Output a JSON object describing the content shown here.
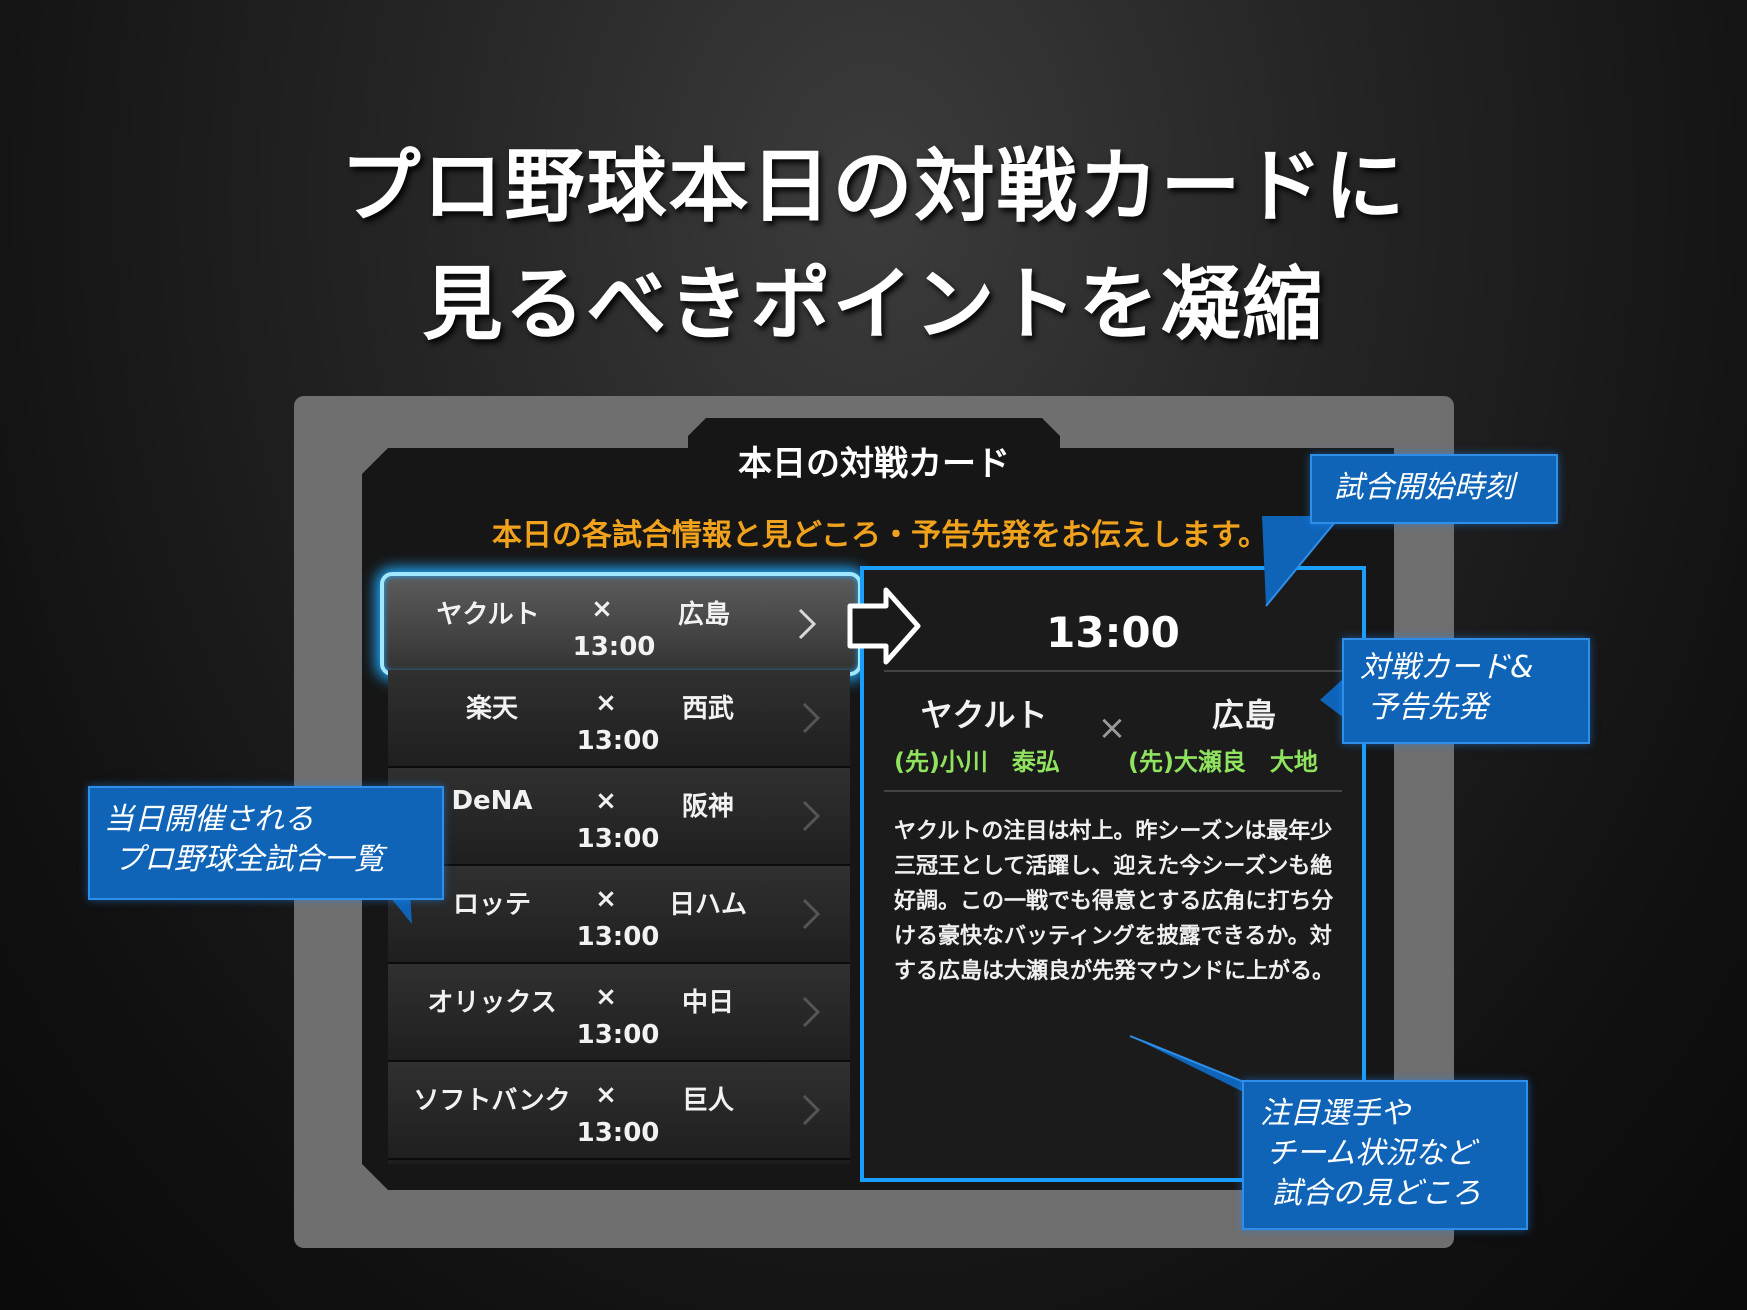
{
  "headline": {
    "line1": "プロ野球本日の対戦カードに",
    "line2": "見るべきポイントを凝縮"
  },
  "panel": {
    "title": "本日の対戦カード",
    "subtitle": "本日の各試合情報と見どころ・予告先発をお伝えします。"
  },
  "games": [
    {
      "home": "ヤクルト",
      "vs": "×",
      "away": "広島",
      "time": "13:00"
    },
    {
      "home": "楽天",
      "vs": "×",
      "away": "西武",
      "time": "13:00"
    },
    {
      "home": "DeNA",
      "vs": "×",
      "away": "阪神",
      "time": "13:00"
    },
    {
      "home": "ロッテ",
      "vs": "×",
      "away": "日ハム",
      "time": "13:00"
    },
    {
      "home": "オリックス",
      "vs": "×",
      "away": "中日",
      "time": "13:00"
    },
    {
      "home": "ソフトバンク",
      "vs": "×",
      "away": "巨人",
      "time": "13:00"
    }
  ],
  "detail": {
    "time": "13:00",
    "home_team": "ヤクルト",
    "away_team": "広島",
    "vs": "×",
    "home_pitcher": "(先)小川　泰弘",
    "away_pitcher": "(先)大瀬良　大地",
    "description": "ヤクルトの注目は村上。昨シーズンは最年少三冠王として活躍し、迎えた今シーズンも絶好調。この一戦でも得意とする広角に打ち分ける豪快なバッティングを披露できるか。対する広島は大瀬良が先発マウンドに上がる。"
  },
  "callouts": {
    "start_time": "試合開始時刻",
    "matchup": [
      "対戦カード&",
      "予告先発"
    ],
    "all_games": [
      "当日開催される",
      "プロ野球全試合一覧"
    ],
    "highlights": [
      "注目選手や",
      "チーム状況など",
      "試合の見どころ"
    ]
  },
  "colors": {
    "accent_orange": "#f0a21c",
    "pitcher_green": "#8fe35e",
    "highlight_blue": "#1a9fff",
    "callout_blue": "#0f64b8"
  }
}
